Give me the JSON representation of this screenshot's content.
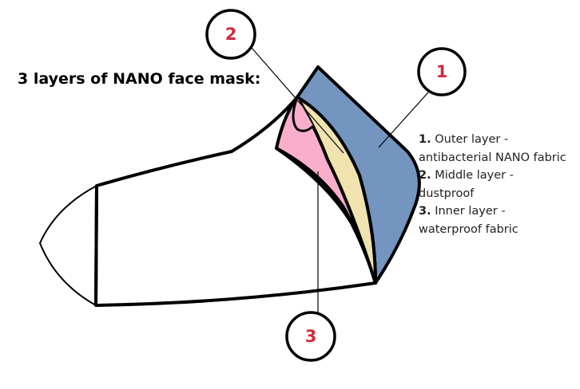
{
  "title": "3 layers of NANO face mask:",
  "colors": {
    "outer_layer": "#7395bf",
    "middle_layer": "#f0e3b0",
    "inner_layer": "#f9aecb",
    "outline": "#000000",
    "callout_number": "#d12a3a"
  },
  "callouts": [
    {
      "number": "2",
      "layer": "middle"
    },
    {
      "number": "1",
      "layer": "outer"
    },
    {
      "number": "3",
      "layer": "inner"
    }
  ],
  "legend": [
    {
      "number": "1.",
      "line1": "Outer layer -",
      "line2": "antibacterial NANO fabric"
    },
    {
      "number": "2.",
      "line1": "Middle layer -",
      "line2": "dustproof"
    },
    {
      "number": "3.",
      "line1": "Inner layer -",
      "line2": "waterproof fabric"
    }
  ]
}
